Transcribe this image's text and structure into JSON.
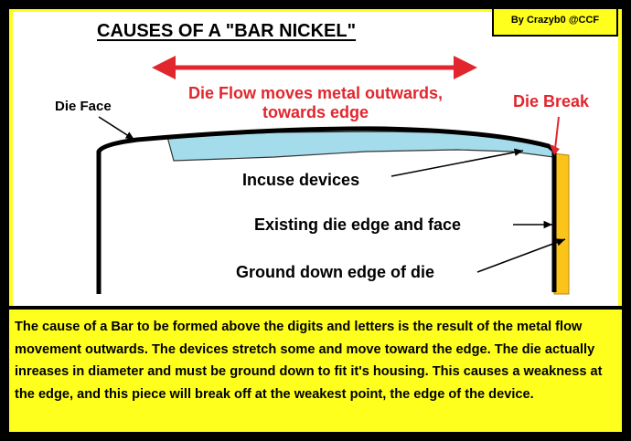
{
  "title": "CAUSES OF A \"BAR NICKEL\"",
  "credit": "By Crazyb0 @CCF",
  "labels": {
    "die_flow": "Die Flow moves metal outwards, towards edge",
    "die_break": "Die Break",
    "die_face": "Die Face",
    "incuse_devices": "Incuse devices",
    "existing_edge": "Existing die edge and face",
    "ground_edge": "Ground down edge of die"
  },
  "explanation": "The cause of a Bar to be formed above the digits and letters is the result of the metal flow movement outwards.  The devices stretch some and move toward the edge.  The die actually inreases in diameter and must be ground down to fit it's housing.  This causes a weakness at the edge, and this piece will break off at the weakest point, the edge of the device.",
  "colors": {
    "border": "#000000",
    "panel_yellow": "#ffff1e",
    "red_text": "#e2262e",
    "incuse_fill": "#a5dceb",
    "ground_fill": "#fcc419"
  }
}
